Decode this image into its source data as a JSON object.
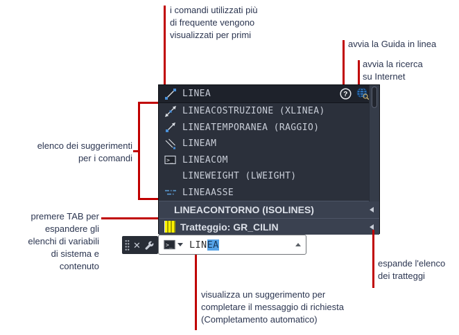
{
  "annotations": {
    "frequent_commands": "i comandi utilizzati più\ndi frequente vengono\nvisualizzati per primi",
    "online_help": "avvia la Guida in linea",
    "internet_search": "avvia la ricerca\nsu Internet",
    "suggestion_list": "elenco dei suggerimenti\nper i comandi",
    "press_tab": "premere TAB per\nespandere gli\nelenchi di variabili\ndi sistema e\ncontenuto",
    "expand_hatches": "espande l'elenco\ndei tratteggi",
    "autocomplete": "visualizza un suggerimento per\ncompletare il messaggio di richiesta\n(Completamento automatico)"
  },
  "suggestion_panel": {
    "items": [
      {
        "label": "LINEA",
        "icon": "line-icon",
        "selected": true
      },
      {
        "label": "LINEACOSTRUZIONE (XLINEA)",
        "icon": "construction-line-icon",
        "selected": false
      },
      {
        "label": "LINEATEMPORANEA (RAGGIO)",
        "icon": "ray-icon",
        "selected": false
      },
      {
        "label": "LINEAM",
        "icon": "multiline-icon",
        "selected": false
      },
      {
        "label": "LINEACOM",
        "icon": "command-prompt-icon",
        "selected": false
      },
      {
        "label": "LINEWEIGHT (LWEIGHT)",
        "icon": "",
        "selected": false
      },
      {
        "label": "LINEAASSE",
        "icon": "centerline-icon",
        "selected": false
      }
    ],
    "action_icons": [
      "help-icon",
      "internet-search-icon"
    ],
    "categories": [
      {
        "label": "LINEACONTORNO (ISOLINES)",
        "icon": "",
        "expander": "left-triangle"
      },
      {
        "label": "Tratteggio: GR_CILIN",
        "icon": "hatch-swatch-icon",
        "expander": "left-triangle"
      }
    ]
  },
  "command_line": {
    "typed_text": "LIN",
    "suggested_text": "EA",
    "toolbar_icons": [
      "drag-grip",
      "close-icon",
      "customize-wrench-icon"
    ]
  },
  "colors": {
    "callout_red": "#c00000",
    "callout_text": "#2b3550",
    "panel_bg": "#2b303b",
    "selected_row_bg": "#1e222b",
    "category_row_bg": "#3a4150",
    "list_text": "#c9ced8",
    "icon_blue": "#4a90d9",
    "selection_blue": "#56a3e8",
    "hatch_yellow": "#fff200"
  }
}
